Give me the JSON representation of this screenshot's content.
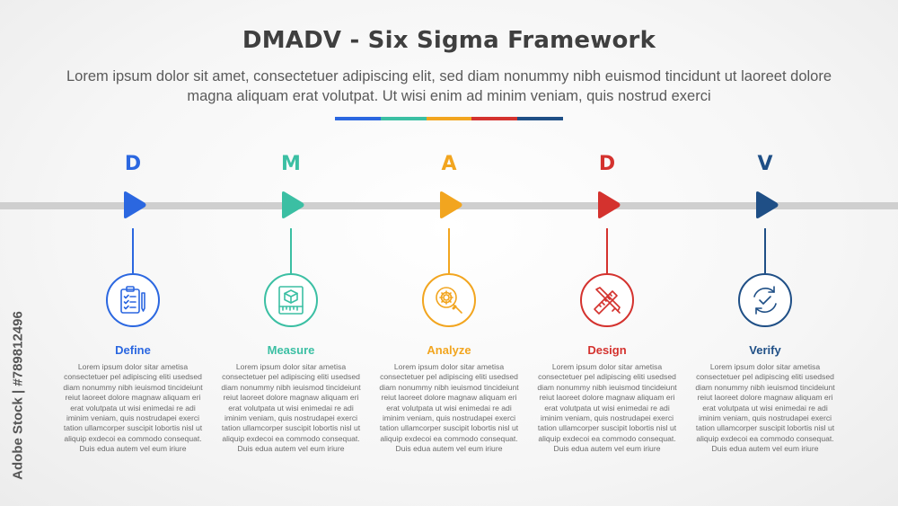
{
  "header": {
    "title": "DMADV - Six Sigma Framework",
    "subtitle": "Lorem ipsum dolor sit amet, consectetuer adipiscing elit, sed diam nonummy nibh euismod tincidunt ut laoreet dolore magna aliquam erat volutpat. Ut wisi enim ad minim veniam, quis nostrud exerci"
  },
  "colors": {
    "define": "#2b67e0",
    "measure": "#3bbfa3",
    "analyze": "#f2a51f",
    "design": "#d4322e",
    "verify": "#1f4f86",
    "timeline": "#cfcfcf"
  },
  "steps": [
    {
      "letter": "D",
      "label": "Define",
      "icon": "clipboard-checklist-icon",
      "color": "#2b67e0",
      "description": "Lorem ipsum dolor sitar ametisa consectetuer pel adipiscing eliti usedsed diam nonummy nibh ieuismod tincideiunt reiut laoreet dolore magnaw aliquam eri erat volutpata ut wisi enimedai re adi iminim veniam, quis nostrudapei exerci tation ullamcorper suscipit lobortis nisl ut aliquip exdecoi ea commodo consequat. Duis edua autem vel eum iriure"
    },
    {
      "letter": "M",
      "label": "Measure",
      "icon": "measure-box-ruler-icon",
      "color": "#3bbfa3",
      "description": "Lorem ipsum dolor sitar ametisa consectetuer pel adipiscing eliti usedsed diam nonummy nibh ieuismod tincideiunt reiut laoreet dolore magnaw aliquam eri erat volutpata ut wisi enimedai re adi iminim veniam, quis nostrudapei exerci tation ullamcorper suscipit lobortis nisl ut aliquip exdecoi ea commodo consequat. Duis edua autem vel eum iriure"
    },
    {
      "letter": "A",
      "label": "Analyze",
      "icon": "gear-magnifier-icon",
      "color": "#f2a51f",
      "description": "Lorem ipsum dolor sitar ametisa consectetuer pel adipiscing eliti usedsed diam nonummy nibh ieuismod tincideiunt reiut laoreet dolore magnaw aliquam eri erat volutpata ut wisi enimedai re adi iminim veniam, quis nostrudapei exerci tation ullamcorper suscipit lobortis nisl ut aliquip exdecoi ea commodo consequat. Duis edua autem vel eum iriure"
    },
    {
      "letter": "D",
      "label": "Design",
      "icon": "pencil-ruler-icon",
      "color": "#d4322e",
      "description": "Lorem ipsum dolor sitar ametisa consectetuer pel adipiscing eliti usedsed diam nonummy nibh ieuismod tincideiunt reiut laoreet dolore magnaw aliquam eri erat volutpata ut wisi enimedai re adi iminim veniam, quis nostrudapei exerci tation ullamcorper suscipit lobortis nisl ut aliquip exdecoi ea commodo consequat. Duis edua autem vel eum iriure"
    },
    {
      "letter": "V",
      "label": "Verify",
      "icon": "refresh-check-icon",
      "color": "#1f4f86",
      "description": "Lorem ipsum dolor sitar ametisa consectetuer pel adipiscing eliti usedsed diam nonummy nibh ieuismod tincideiunt reiut laoreet dolore magnaw aliquam eri erat volutpata ut wisi enimedai re adi iminim veniam, quis nostrudapei exerci tation ullamcorper suscipit lobortis nisl ut aliquip exdecoi ea commodo consequat. Duis edua autem vel eum iriure"
    }
  ],
  "watermark": {
    "text": "Adobe Stock | #789812496"
  }
}
